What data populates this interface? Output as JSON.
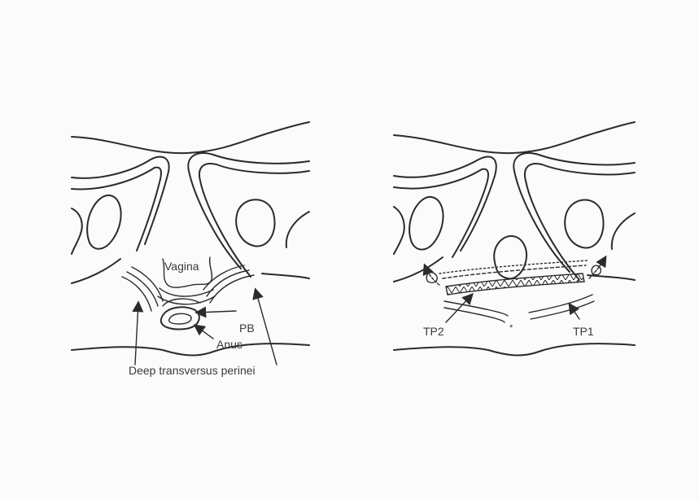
{
  "panels": {
    "left": {
      "labels": {
        "vagina": "Vagina",
        "pb": "PB",
        "anus": "Anus",
        "deep_transversus": "Deep transversus perinei"
      }
    },
    "right": {
      "labels": {
        "tp2": "TP2",
        "tp1": "TP1",
        "star": "*"
      }
    }
  },
  "colors": {
    "paper": "#fbfbfb",
    "ink": "#2b2b2b"
  }
}
